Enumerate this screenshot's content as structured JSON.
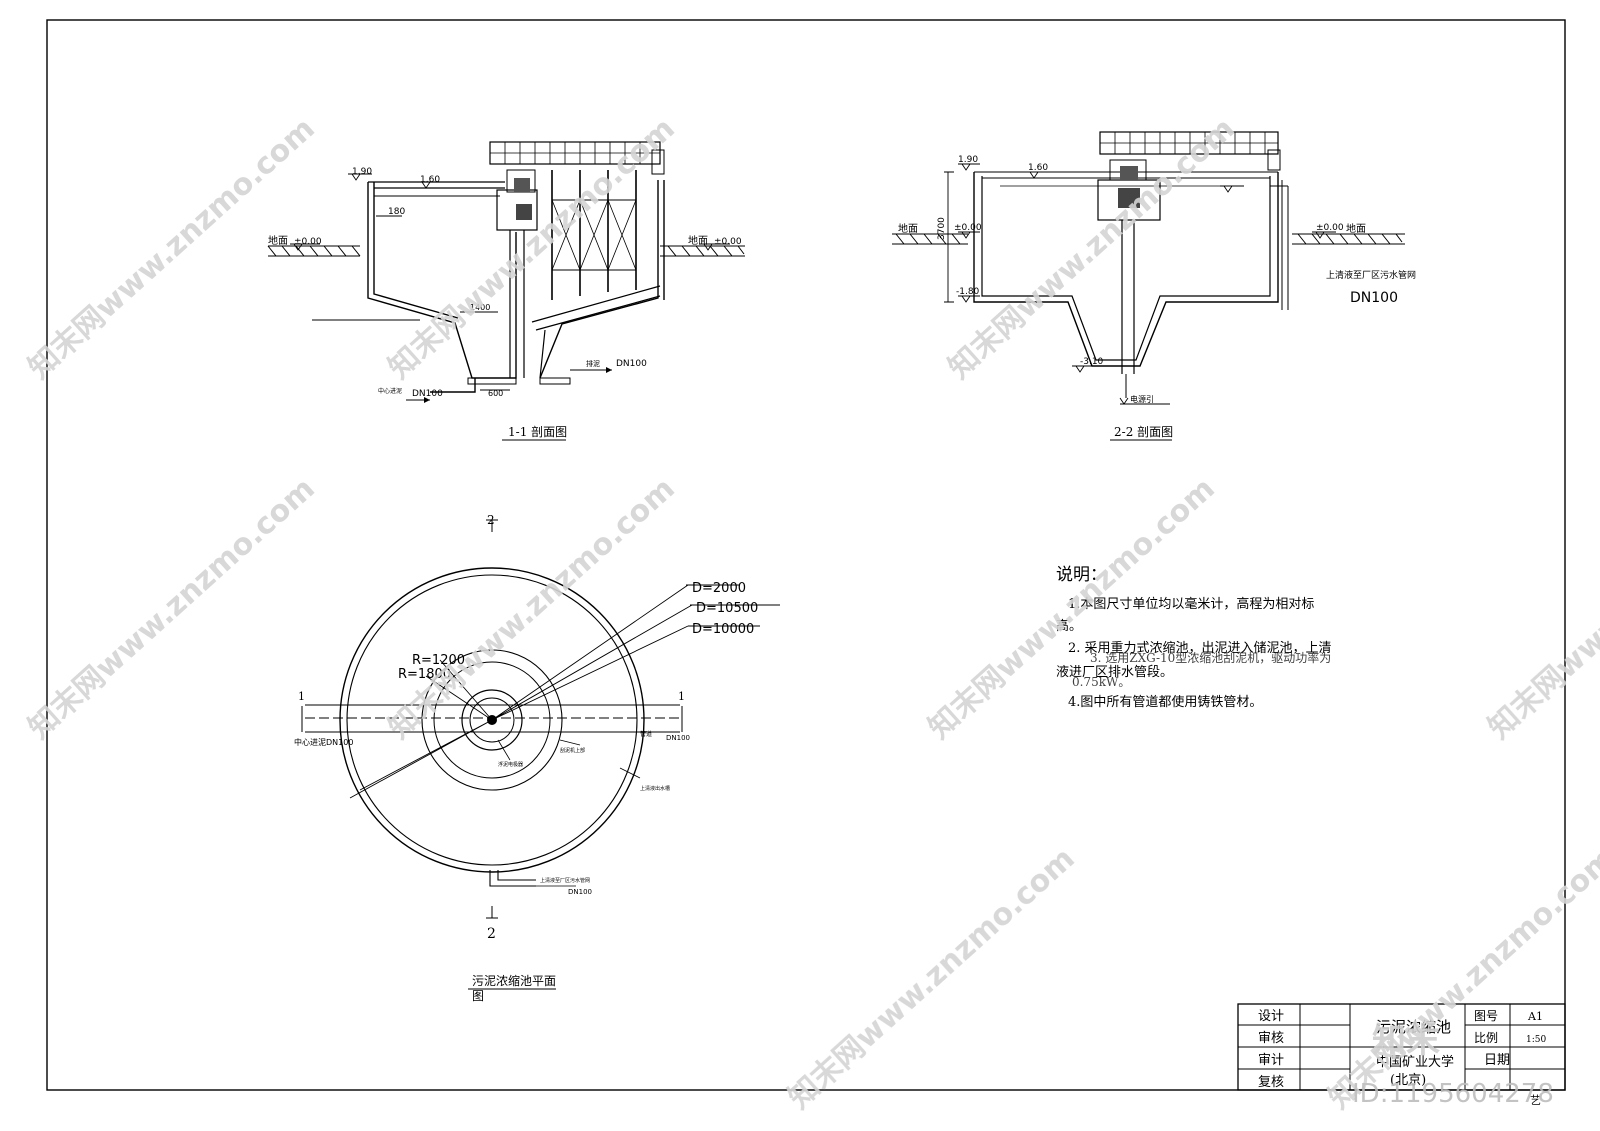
{
  "section_1_1": {
    "title": "1-1 剖面图",
    "elev_top": "1.90",
    "elev_water": "1.60",
    "dim_wall": "180",
    "ground_left_label": "地面",
    "ground_left_elev": "±0.00",
    "ground_right_label": "地面",
    "ground_right_elev": "±0.00",
    "dim_cone": "1400",
    "dim_bottom": "600",
    "pipe_left_note": "中心进泥",
    "pipe_left": "DN100",
    "pipe_right_note": "排泥",
    "pipe_right": "DN100"
  },
  "section_2_2": {
    "title": "2-2 剖面图",
    "elev_top": "1.90",
    "elev_water": "1.60",
    "dim_height": "3700",
    "elev_ground_left": "±0.00",
    "ground_left_label": "地面",
    "elev_ground_right": "±0.00",
    "ground_right_label": "地面",
    "elev_lower": "-1.80",
    "elev_bottom": "-3.10",
    "note_power": "电源引",
    "supernatant_note": "上清液至厂区污水管网",
    "supernatant_pipe": "DN100"
  },
  "plan": {
    "title_line1": "污泥浓缩池平面",
    "title_line2": "图",
    "section_mark_top": "2",
    "section_mark_bottom": "2",
    "section_mark_left": "1",
    "section_mark_right": "1",
    "dims": [
      "D=2000",
      "D=10500",
      "D=10000",
      "R=1200",
      "R=1800"
    ],
    "pipe_left": "中心进泥DN100",
    "pipe_right": "DN100",
    "pipe_right_note": "管道",
    "note_inner": "浮泥电极器",
    "note_ring": "刮泥机上部",
    "note_weir": "上清液出水槽",
    "note_bottom": "上清液至厂区污水管网",
    "pipe_bottom": "DN100"
  },
  "notes": {
    "heading": "说明：",
    "line1": "1.本图尺寸单位均以毫米计，高程为相对标",
    "line1b": "高。",
    "line2a": "2. 采用重力式浓缩池，出泥进入储泥池，上清",
    "line2b": "3. 选用ZXG-10型浓缩池刮泥机，驱动功率为",
    "line2c": "液进厂区排水管段。",
    "line2d": "0.75kW。",
    "line4": "4.图中所有管道都使用铸铁管材。"
  },
  "title_block": {
    "row1": "设计",
    "row2": "审核",
    "row3": "审计",
    "row4": "复核",
    "drawing_name": "污泥浓缩池",
    "org_line1": "中国矿业大学",
    "org_line2": "(北京)",
    "label_size": "图号",
    "value_size": "A1",
    "label_scale": "比例",
    "value_scale": "1:50",
    "label_date": "日期",
    "footer_char": "艺"
  },
  "watermark": {
    "text": "知末网www.znzmo.com",
    "logo": "知末",
    "id": "ID:1195604278"
  }
}
